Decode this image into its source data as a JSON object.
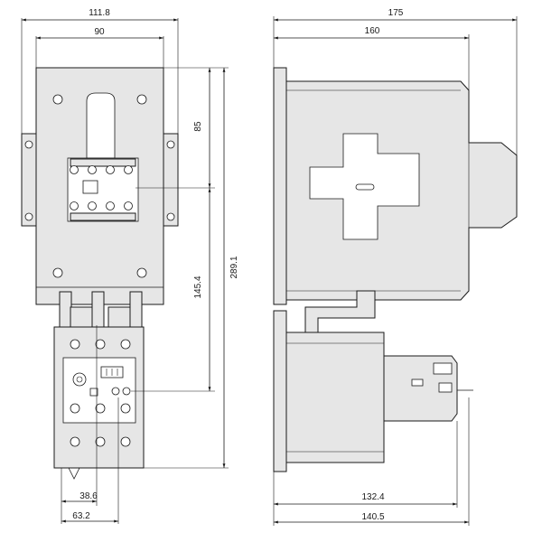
{
  "dimensions": {
    "front_width_overall": "111.8",
    "front_width_mount": "90",
    "height_upper": "85",
    "height_lower": "145.4",
    "height_total": "289.1",
    "bottom_offset_1": "38.6",
    "bottom_offset_2": "63.2",
    "side_depth_overall": "175",
    "side_depth_mount": "160",
    "side_bottom_1": "132.4",
    "side_bottom_2": "140.5"
  }
}
